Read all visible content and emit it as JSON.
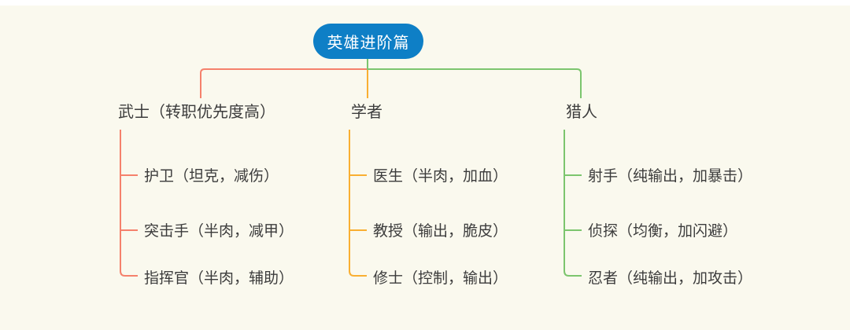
{
  "colors": {
    "background": "#FAF9EE",
    "root_fill": "#0E7FC6",
    "root_text": "#FFFFFF",
    "topic_text": "#3C3C3C",
    "branch_warrior": "#F5816C",
    "branch_scholar": "#F9AF32",
    "branch_hunter": "#7CC56E"
  },
  "root": {
    "label": "英雄进阶篇"
  },
  "branches": [
    {
      "label": "武士（转职优先度高）",
      "color": "#F5816C",
      "children": [
        "护卫（坦克，减伤）",
        "突击手（半肉，减甲）",
        "指挥官（半肉，辅助）"
      ]
    },
    {
      "label": "学者",
      "color": "#F9AF32",
      "children": [
        "医生（半肉，加血）",
        "教授（输出，脆皮）",
        "修士（控制，输出）"
      ]
    },
    {
      "label": "猎人",
      "color": "#7CC56E",
      "children": [
        "射手（纯输出，加暴击）",
        "侦探（均衡，加闪避）",
        "忍者（纯输出，加攻击）"
      ]
    }
  ]
}
